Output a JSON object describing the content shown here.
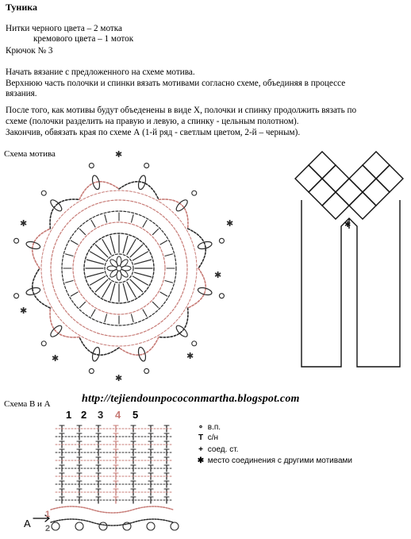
{
  "title": "Туника",
  "materials": {
    "line1": "Нитки черного цвета – 2 мотка",
    "line2": "кремового цвета – 1 моток",
    "line3": "Крючок № 3"
  },
  "instructions": [
    "Начать вязание с предложенного на схеме мотива.",
    "Верхнюю часть полочки и спинки вязать мотивами согласно схеме, объединяя в процессе",
    "вязания.",
    "После того, как мотивы будут объеденены в виде Х, полочки и спинку продолжить вязать по",
    "схеме (полочки разделить на правую и левую, а спинку - цельным полотном).",
    "Закончив, обвязать края по схеме А (1-й ряд - светлым цветом, 2-й – черным)."
  ],
  "motif_label": "Схема мотива",
  "scheme_ba_label": "Схема В и А",
  "watermark": "http://tejiendounpococonmartha.blogspot.com",
  "column_numbers": [
    "1",
    "2",
    "3",
    "4",
    "5"
  ],
  "row_marker_label": "A",
  "row_numbers": [
    "1",
    "2"
  ],
  "legend": [
    {
      "symbol": "∘",
      "text": "в.п."
    },
    {
      "symbol": "T",
      "text": "с/н"
    },
    {
      "symbol": "+",
      "text": "соед. ст."
    },
    {
      "symbol": "✱",
      "text": "место соединения с другими мотивами"
    }
  ],
  "colors": {
    "dark": "#2b2b2b",
    "light": "#c77b76"
  }
}
